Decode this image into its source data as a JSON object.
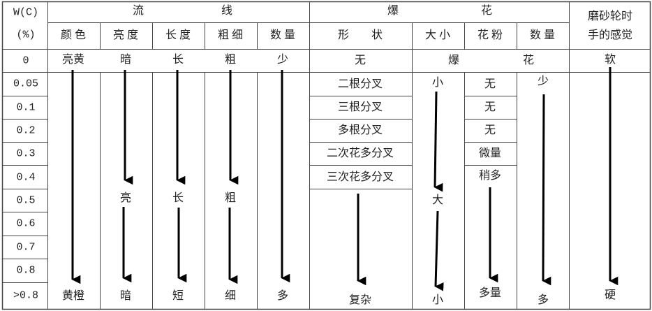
{
  "header": {
    "wc_label": "W(C)",
    "wc_unit": "(%)",
    "streamline_group": [
      "流",
      "线"
    ],
    "spark_group": [
      "爆",
      "花"
    ],
    "grinding_feel": [
      "磨砂轮时",
      "手的感觉"
    ],
    "streamline_columns": [
      "颜 色",
      "亮 度",
      "长 度",
      "粗 细",
      "数 量"
    ],
    "spark_columns": [
      "形　　状",
      "大 小",
      "花 粉",
      "数 量"
    ]
  },
  "carbon_levels": [
    "0",
    "0.05",
    "0.1",
    "0.2",
    "0.3",
    "0.4",
    "0.5",
    "0.6",
    "0.7",
    "0.8",
    ">0.8"
  ],
  "streamline": {
    "color": {
      "start": "亮黄",
      "end": "黄橙"
    },
    "brightness": {
      "start": "暗",
      "mid": "亮",
      "end": "暗"
    },
    "length": {
      "start": "长",
      "mid": "长",
      "end": "短"
    },
    "thickness": {
      "start": "粗",
      "mid": "粗",
      "end": "细"
    },
    "quantity": {
      "start": "少",
      "end": "多"
    }
  },
  "spark": {
    "shape": [
      "无",
      "二根分叉",
      "三根分叉",
      "多根分叉",
      "二次花多分叉",
      "三次花多分叉",
      "复杂"
    ],
    "none_row": [
      "爆",
      "花"
    ],
    "size": {
      "start": "小",
      "mid": "大",
      "end": "小"
    },
    "pollen": [
      "无",
      "无",
      "无",
      "微量",
      "稍多",
      "多量"
    ],
    "quantity": {
      "start": "少",
      "end": "多"
    }
  },
  "grinding": {
    "start": "软",
    "end": "硬"
  }
}
